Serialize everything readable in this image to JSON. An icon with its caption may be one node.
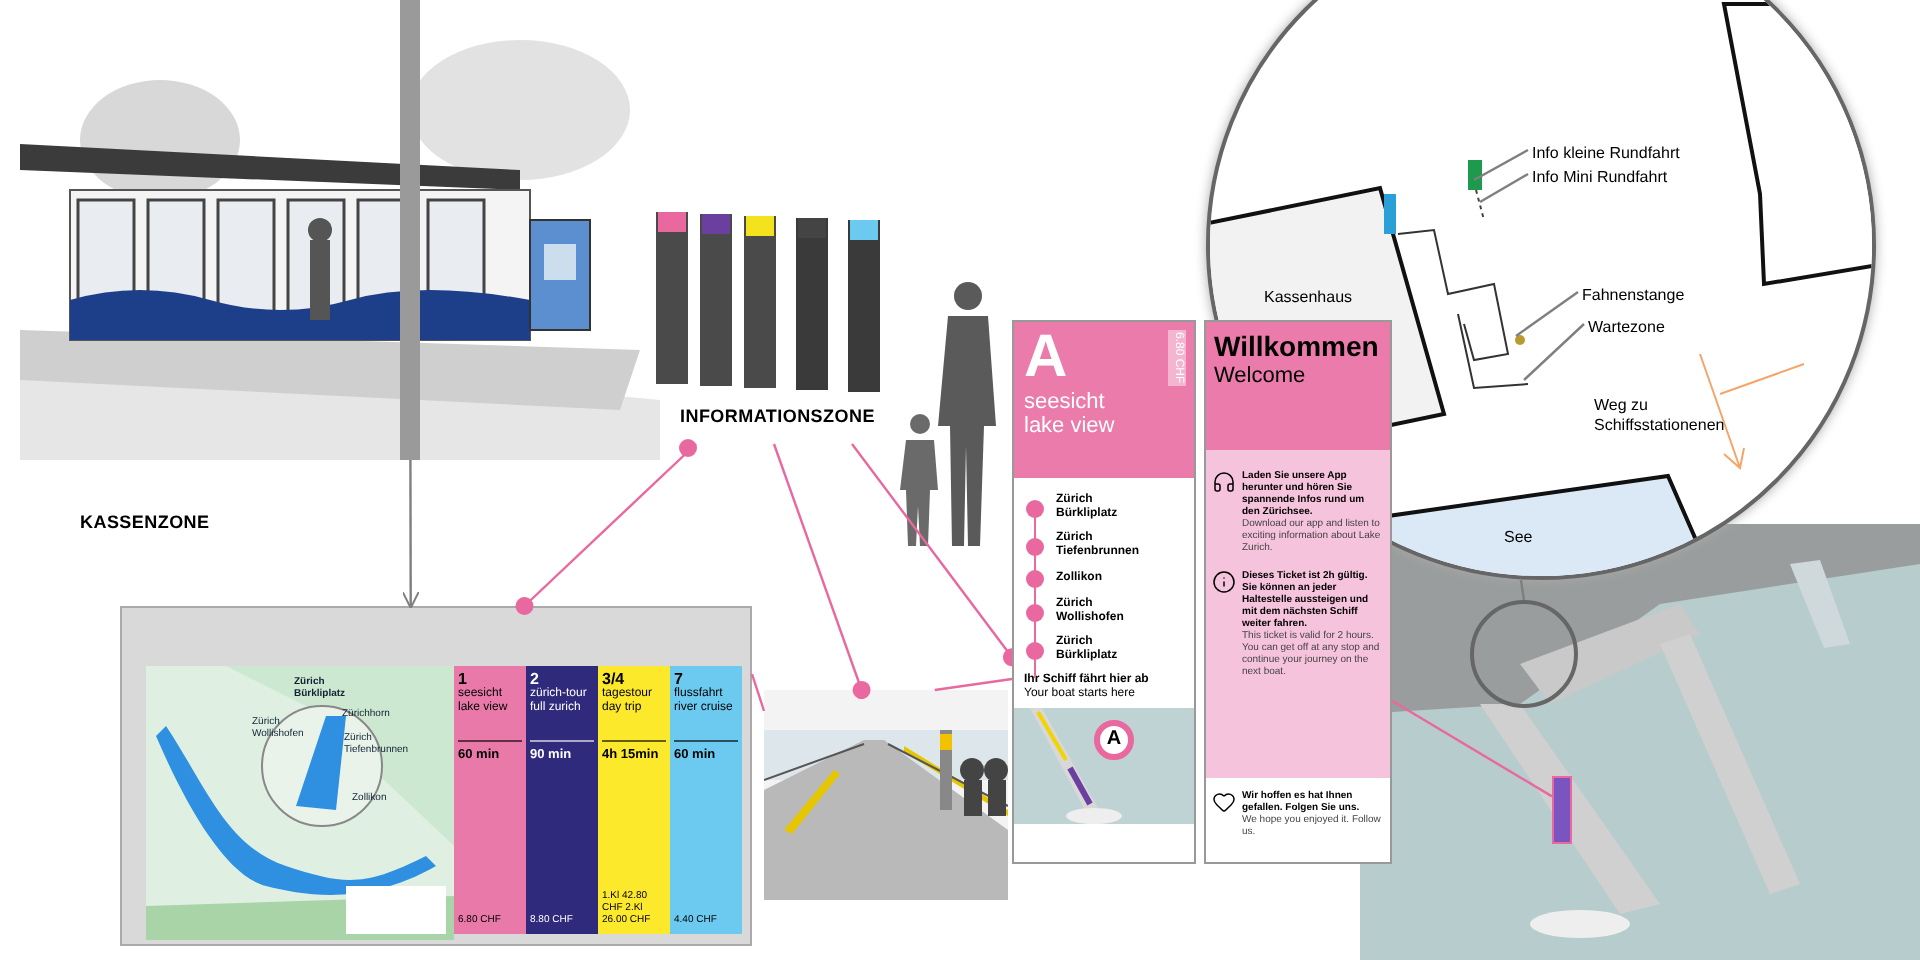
{
  "diagram": {
    "nodes": [
      {
        "text": [],
        "shape": "picture"
      },
      {
        "text": [
          "INFORMATIONSZONE"
        ]
      },
      {
        "text": [],
        "shape": "circle"
      },
      {
        "text": [
          "Info kleine Rundfahrt"
        ],
        "in": 2
      },
      {
        "text": [
          "Info Mini Rundfahrt"
        ],
        "in": 2
      },
      {
        "text": [
          "Fahnenstange"
        ],
        "in": 2
      },
      {
        "text": [
          "Wartezone"
        ],
        "in": 2
      },
      {
        "text": [],
        "shape": "picture"
      },
      {
        "text": [
          "1",
          "seesicht lake view",
          "60 min",
          "6.80 CHF"
        ],
        "in": 7
      },
      {
        "text": [
          "2",
          "zürich-tour full zurich",
          "90 min",
          "8.80 CHF"
        ],
        "in": 7
      },
      {
        "text": [
          "3/4",
          "tagestour day trip",
          "4h 15min",
          "1.Kl 42.80 CHF 2.Kl 26.00 CHF"
        ],
        "in": 7
      },
      {
        "text": [
          "7",
          "flussfahrt river cruise",
          "60 min",
          "4.40 CHF"
        ],
        "in": 7
      },
      {
        "text": [],
        "shape": "picture"
      },
      {
        "text": [
          "A",
          "seesicht lake view",
          "6.80 CHF",
          "Zürich Bürkliplatz",
          "Zürich Tiefenbrunnen",
          "Zollikon",
          "Zürich Wollishofen",
          "Zürich Bürkliplatz",
          "Ihr Schiff fährt hier ab",
          "Your boat starts here",
          "A"
        ]
      },
      {
        "text": [
          "Willkommen",
          "Welcome",
          "Laden Sie unsere App herunter und hören Sie spannende Infos rund um den Zürichsee.",
          "Download our app and listen to exciting information about Lake Zurich.",
          "Dieses Ticket ist 2h gültig. Sie können an jeder Haltestelle aussteigen und mit dem nächsten Schiff weiter fahren.",
          "This ticket is valid for 2 hours. You can get off at any stop and continue your journey on the next boat.",
          "Wir hoffen es hat Ihnen gefallen. Folgen Sie uns.",
          "We hope you enjoyed it. Follow us."
        ]
      },
      {
        "text": [],
        "shape": "picture"
      },
      {
        "text": [],
        "shape": "circle",
        "in": 15
      },
      {
        "text": [],
        "shape": "bar",
        "in": 15
      }
    ],
    "edges": [
      {
        "from": 0,
        "to": 7,
        "arrow": "to",
        "color": "#7f7f7f"
      },
      {
        "from": 1,
        "to": 7,
        "arrow": "other",
        "color": "#e8689f"
      },
      {
        "from": 1,
        "to": 12,
        "arrow": "other",
        "color": "#e8689f"
      },
      {
        "from": 1,
        "to": 13,
        "arrow": "other",
        "color": "#e8689f"
      },
      {
        "from": 7,
        "to": 12,
        "arrow": "none",
        "color": "#e8689f"
      },
      {
        "from": 12,
        "to": 13,
        "arrow": "none",
        "color": "#e8689f"
      },
      {
        "from": 3,
        "to": null,
        "arrow": "none",
        "color": "#7f7f7f"
      },
      {
        "from": 4,
        "to": null,
        "arrow": "none",
        "color": "#7f7f7f"
      },
      {
        "from": 5,
        "to": null,
        "arrow": "none",
        "color": "#7f7f7f"
      },
      {
        "from": 6,
        "to": null,
        "arrow": "none",
        "color": "#7f7f7f"
      },
      {
        "from": 14,
        "to": 17,
        "arrow": "none",
        "color": "#e8689f"
      },
      {
        "from": 16,
        "to": 2,
        "arrow": "none",
        "color": "#7f7f7f"
      }
    ],
    "labels": [
      "KASSENZONE",
      "Zürich Bürkliplatz",
      "Zürich Wollishofen",
      "Zürichhorn",
      "Zürich Tiefenbrunnen",
      "Zollikon",
      "Kassenhaus",
      "Weg zu Schiffsstationenen",
      "See"
    ]
  }
}
